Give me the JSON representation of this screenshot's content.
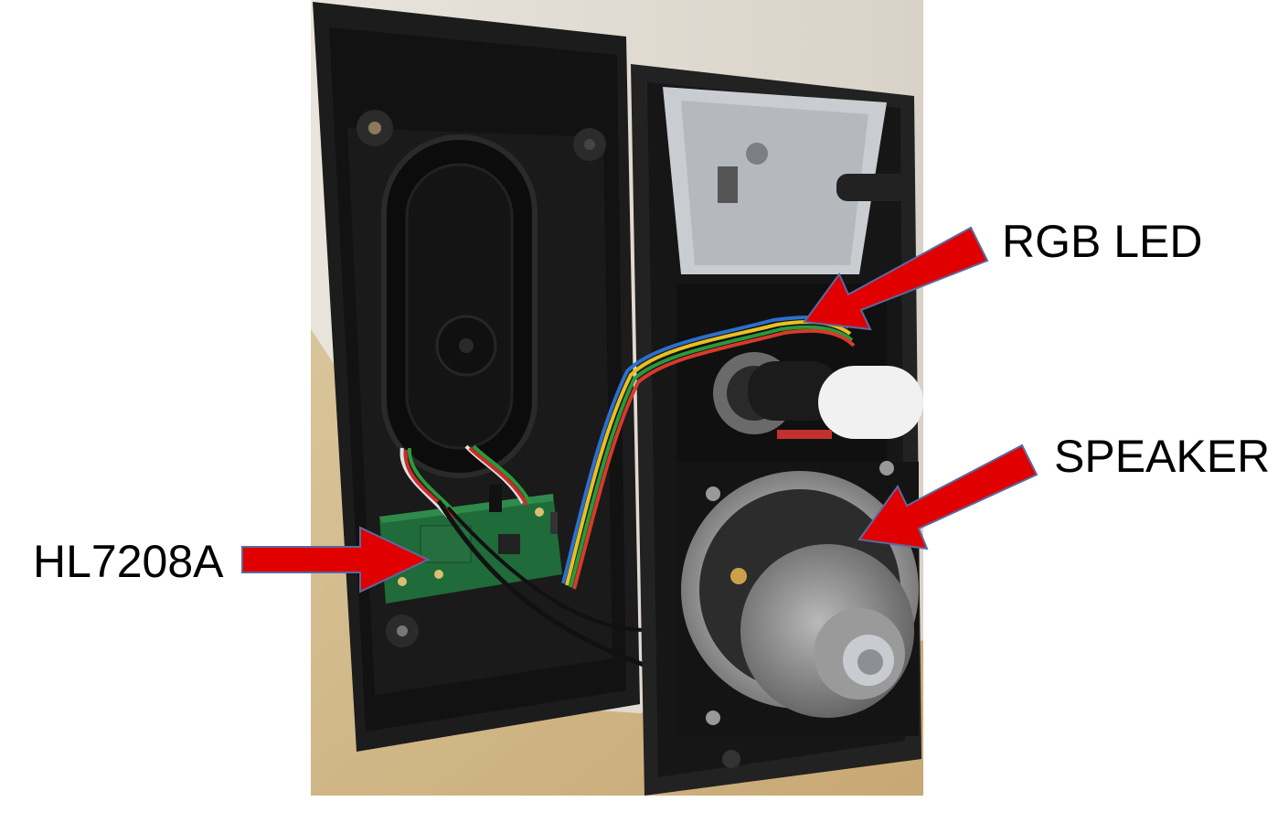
{
  "labels": {
    "rgb_led": "RGB LED",
    "speaker": "SPEAKER",
    "board": "HL7208A"
  },
  "colors": {
    "arrow": "#e00000",
    "arrow_outline": "#5a6aa0",
    "label_text": "#000000",
    "background": "#ffffff"
  }
}
